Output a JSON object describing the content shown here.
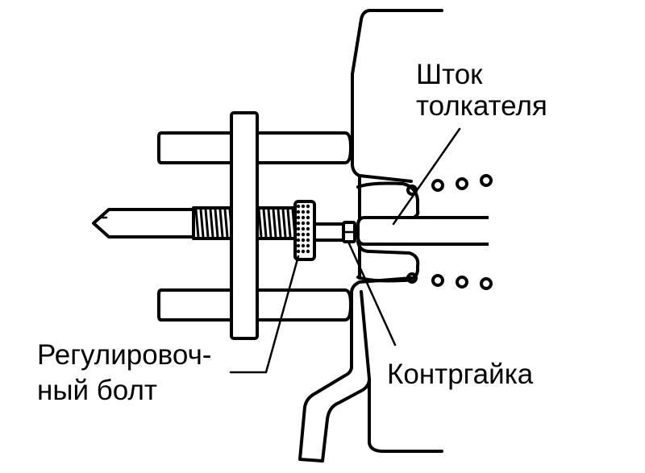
{
  "labels": {
    "pushrod_line1": "Шток",
    "pushrod_line2": "толкателя",
    "adjust_line1": "Регулировоч-",
    "adjust_line2": "ный болт",
    "locknut": "Контргайка"
  }
}
